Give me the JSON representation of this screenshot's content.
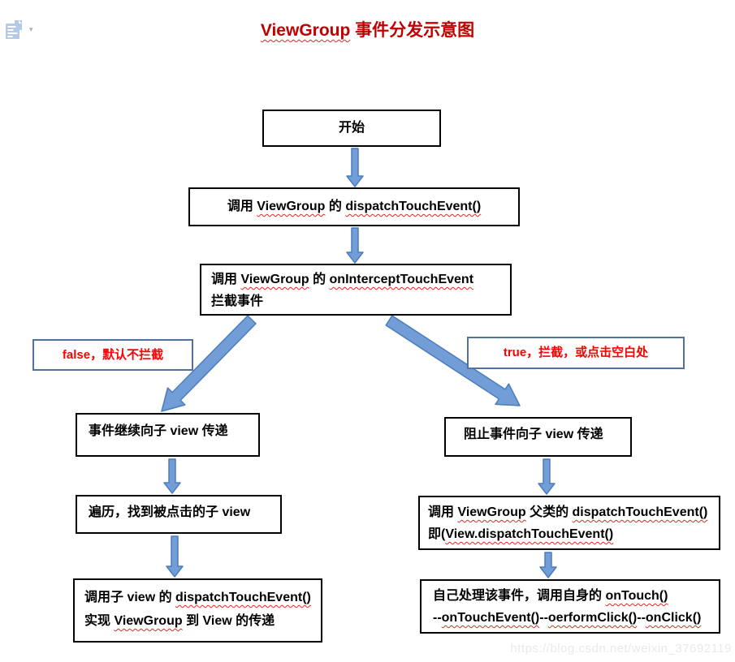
{
  "colors": {
    "title_red": "#c00000",
    "label_red": "#fe0000",
    "box_border": "#000000",
    "label_border": "#51719f",
    "arrow_fill": "#739dd6",
    "arrow_stroke": "#4a7dbb",
    "watermark_gray": "#e9e9e9"
  },
  "icons": {
    "paste_options": "paste-options-icon",
    "paste_caret": "▾"
  },
  "title": {
    "rich": [
      [
        {
          "t": "ViewGroup",
          "w": true
        },
        {
          "t": " 事件分发示意图"
        }
      ]
    ]
  },
  "boxes": {
    "start": {
      "lines": [
        [
          {
            "t": "开始"
          }
        ]
      ]
    },
    "dispatch": {
      "lines": [
        [
          {
            "t": "调用 "
          },
          {
            "t": "ViewGroup",
            "w": true
          },
          {
            "t": " 的 "
          },
          {
            "t": "dispatchTouchEvent()",
            "w": true
          }
        ]
      ]
    },
    "intercept": {
      "lines": [
        [
          {
            "t": "调用 "
          },
          {
            "t": "ViewGroup",
            "w": true
          },
          {
            "t": " 的 "
          },
          {
            "t": "onInterceptTouchEvent",
            "w": true
          }
        ],
        [
          {
            "t": "拦截事件"
          }
        ]
      ]
    },
    "label_false": {
      "lines": [
        [
          {
            "t": "false，默认不拦截"
          }
        ]
      ]
    },
    "label_true": {
      "lines": [
        [
          {
            "t": "true，拦截，或点击空白处"
          }
        ]
      ]
    },
    "continue_child": {
      "lines": [
        [
          {
            "t": "事件继续向子 view 传递"
          }
        ]
      ]
    },
    "traverse": {
      "lines": [
        [
          {
            "t": "遍历，找到被点击的子 view"
          }
        ]
      ]
    },
    "child_dispatch": {
      "lines": [
        [
          {
            "t": "调用子 view 的 "
          },
          {
            "t": "dispatchTouchEvent()",
            "w": true
          }
        ],
        [
          {
            "t": "实现 "
          },
          {
            "t": "ViewGroup",
            "w": true
          },
          {
            "t": " 到 View 的传递"
          }
        ]
      ]
    },
    "block_child": {
      "lines": [
        [
          {
            "t": "阻止事件向子 view 传递"
          }
        ]
      ]
    },
    "super_dispatch": {
      "lines": [
        [
          {
            "t": "调用 "
          },
          {
            "t": "ViewGroup",
            "w": true
          },
          {
            "t": " 父类的 "
          },
          {
            "t": "dispatchTouchEvent()",
            "w": true
          }
        ],
        [
          {
            "t": "即("
          },
          {
            "t": "View.dispatchTouchEvent()",
            "w": true
          }
        ]
      ]
    },
    "handle_self": {
      "lines": [
        [
          {
            "t": "自己处理该事件，调用自身的 "
          },
          {
            "t": "onTouch()",
            "w": true
          }
        ],
        [
          {
            "t": "--"
          },
          {
            "t": "onTouchEvent()",
            "w": true
          },
          {
            "t": "--"
          },
          {
            "t": "oerformClick()",
            "w": true
          },
          {
            "t": "--"
          },
          {
            "t": "onClick()",
            "w": true
          }
        ]
      ]
    }
  },
  "watermark": "https://blog.csdn.net/weixin_37692119"
}
